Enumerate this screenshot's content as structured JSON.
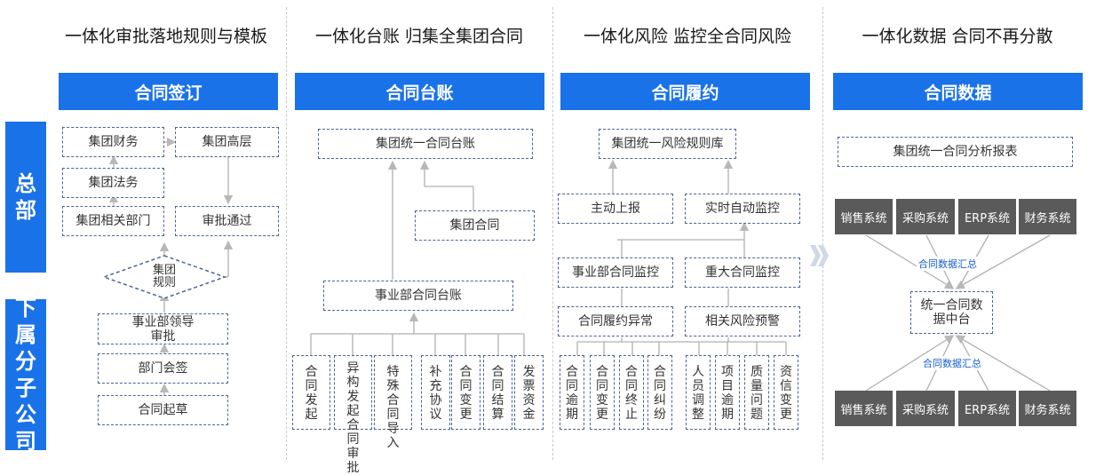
{
  "side_labels": {
    "hq": "总部",
    "sub": "下属分子公司"
  },
  "headings": [
    "一体化审批落地规则与模板",
    "一体化台账 归集全集团合同",
    "一体化风险 监控全合同风险",
    "一体化数据 合同不再分散"
  ],
  "bars": [
    "合同签订",
    "合同台账",
    "合同履约",
    "合同数据"
  ],
  "col1": {
    "finance": "集团财务",
    "exec": "集团高层",
    "legal": "集团法务",
    "dept": "集团相关部门",
    "approved": "审批通过",
    "rules": "集团规则",
    "unit_leader": "事业部领导审批",
    "countersign": "部门会签",
    "draft": "合同起草"
  },
  "col2": {
    "unified": "集团统一合同台账",
    "group": "集团合同",
    "division": "事业部合同台账",
    "items": [
      "合同发起",
      "异构发起合同审批",
      "特殊合同导入",
      "补充协议",
      "合同变更",
      "合同结算",
      "发票资金"
    ]
  },
  "col3": {
    "rules": "集团统一风险规则库",
    "report": "主动上报",
    "auto": "实时自动监控",
    "division": "事业部合同监控",
    "major": "重大合同监控",
    "abnormal": "合同履约异常",
    "warning": "相关风险预警",
    "items": [
      "合同逾期",
      "合同变更",
      "合同终止",
      "合同纠纷",
      "人员调整",
      "项目逾期",
      "质量问题",
      "资信变更"
    ]
  },
  "col4": {
    "report_table": "集团统一合同分析报表",
    "systems_top": [
      "销售系统",
      "采购系统",
      "ERP系统",
      "财务系统"
    ],
    "summary_top": "合同数据汇总",
    "center": "统一合同数据中台",
    "summary_bottom": "合同数据汇总",
    "systems_bottom": [
      "销售系统",
      "采购系统",
      "ERP系统",
      "财务系统"
    ]
  },
  "colors": {
    "accent": "#1a72e8",
    "dashed": "#4a6496",
    "gray_box": "#5a5a5a",
    "label_blue": "#1a5fd0"
  },
  "icons": {
    "chevron": "double-chevron-right-icon"
  }
}
